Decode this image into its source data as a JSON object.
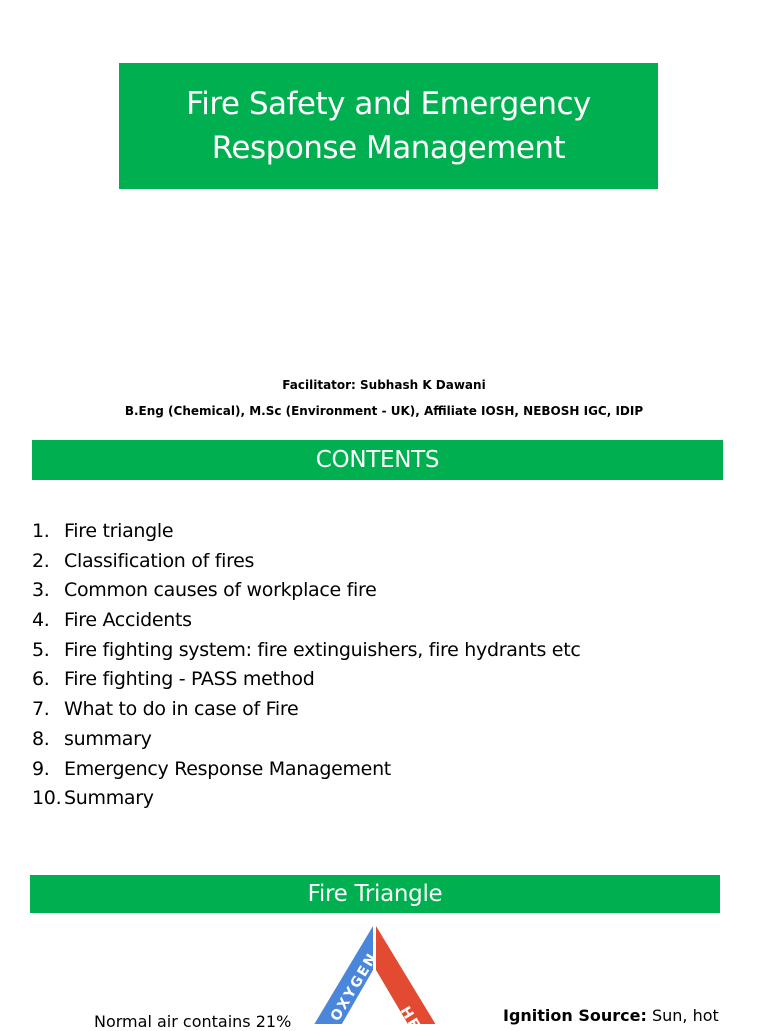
{
  "title": {
    "line1": "Fire Safety and Emergency",
    "line2": "Response Management"
  },
  "facilitator": {
    "line1": "Facilitator: Subhash K Dawani",
    "line2": "B.Eng (Chemical), M.Sc (Environment - UK), Affiliate IOSH, NEBOSH IGC, IDIP"
  },
  "contents": {
    "heading": "CONTENTS",
    "items": [
      {
        "num": "1.",
        "text": "Fire triangle"
      },
      {
        "num": "2.",
        "text": "Classification of fires"
      },
      {
        "num": "3.",
        "text": "Common causes of workplace fire"
      },
      {
        "num": "4.",
        "text": "Fire Accidents"
      },
      {
        "num": "5.",
        "text": "Fire fighting system: fire extinguishers, fire hydrants etc"
      },
      {
        "num": "6.",
        "text": "Fire fighting - PASS method"
      },
      {
        "num": "7.",
        "text": "What to do in case of Fire"
      },
      {
        "num": "8.",
        "text": "summary"
      },
      {
        "num": "9.",
        "text": "Emergency Response Management"
      },
      {
        "num": "10.",
        "text": "Summary"
      }
    ]
  },
  "fire_triangle": {
    "heading": "Fire Triangle",
    "left_text": "Normal air contains 21%",
    "right_label": "Ignition Source:",
    "right_text": " Sun, hot",
    "left_side_label": "OXYGEN",
    "right_side_label": "HEAT"
  },
  "colors": {
    "banner": "#00b050",
    "triangle_left": "#4a86d9",
    "triangle_right": "#e24a32"
  }
}
